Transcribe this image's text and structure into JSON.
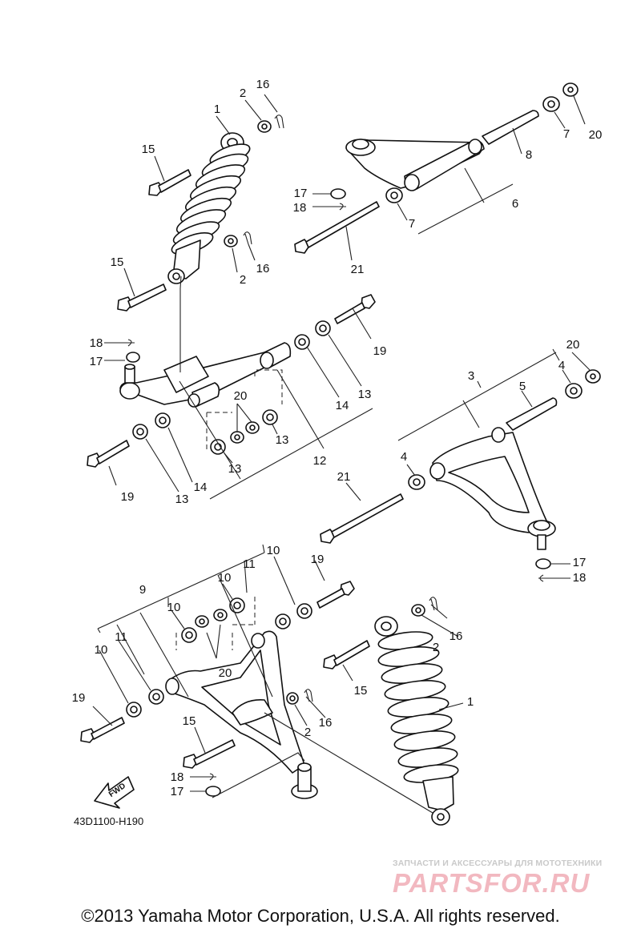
{
  "callouts": [
    {
      "id": "c1a",
      "text": "1"
    },
    {
      "id": "c2a",
      "text": "2"
    },
    {
      "id": "c16a",
      "text": "16"
    },
    {
      "id": "c15a",
      "text": "15"
    },
    {
      "id": "c15b",
      "text": "15"
    },
    {
      "id": "c2b",
      "text": "2"
    },
    {
      "id": "c16b",
      "text": "16"
    },
    {
      "id": "c20a",
      "text": "20"
    },
    {
      "id": "c7a",
      "text": "7"
    },
    {
      "id": "c8",
      "text": "8"
    },
    {
      "id": "c17a",
      "text": "17"
    },
    {
      "id": "c18a",
      "text": "18"
    },
    {
      "id": "c7b",
      "text": "7"
    },
    {
      "id": "c6",
      "text": "6"
    },
    {
      "id": "c21a",
      "text": "21"
    },
    {
      "id": "c18b",
      "text": "18"
    },
    {
      "id": "c17b",
      "text": "17"
    },
    {
      "id": "c19a",
      "text": "19"
    },
    {
      "id": "c13a",
      "text": "13"
    },
    {
      "id": "c14a",
      "text": "14"
    },
    {
      "id": "c20b",
      "text": "20"
    },
    {
      "id": "c13b",
      "text": "13"
    },
    {
      "id": "c13c",
      "text": "13"
    },
    {
      "id": "c12",
      "text": "12"
    },
    {
      "id": "c19b",
      "text": "19"
    },
    {
      "id": "c14b",
      "text": "14"
    },
    {
      "id": "c13d",
      "text": "13"
    },
    {
      "id": "c20c",
      "text": "20"
    },
    {
      "id": "c3",
      "text": "3"
    },
    {
      "id": "c4a",
      "text": "4"
    },
    {
      "id": "c5",
      "text": "5"
    },
    {
      "id": "c4b",
      "text": "4"
    },
    {
      "id": "c21b",
      "text": "21"
    },
    {
      "id": "c17c",
      "text": "17"
    },
    {
      "id": "c18c",
      "text": "18"
    },
    {
      "id": "c10a",
      "text": "10"
    },
    {
      "id": "c19c",
      "text": "19"
    },
    {
      "id": "c9",
      "text": "9"
    },
    {
      "id": "c11a",
      "text": "11"
    },
    {
      "id": "c10b",
      "text": "10"
    },
    {
      "id": "c10c",
      "text": "10"
    },
    {
      "id": "c11b",
      "text": "11"
    },
    {
      "id": "c10d",
      "text": "10"
    },
    {
      "id": "c20d",
      "text": "20"
    },
    {
      "id": "c16c",
      "text": "16"
    },
    {
      "id": "c2c",
      "text": "2"
    },
    {
      "id": "c15c",
      "text": "15"
    },
    {
      "id": "c1b",
      "text": "1"
    },
    {
      "id": "c19d",
      "text": "19"
    },
    {
      "id": "c15d",
      "text": "15"
    },
    {
      "id": "c2d",
      "text": "2"
    },
    {
      "id": "c16d",
      "text": "16"
    },
    {
      "id": "c18d",
      "text": "18"
    },
    {
      "id": "c17d",
      "text": "17"
    }
  ],
  "fwd_label": "FWD",
  "diagram_code": "43D1100-H190",
  "watermark": {
    "subtitle": "ЗАПЧАСТИ И АКСЕССУАРЫ ДЛЯ МОТОТЕХНИКИ",
    "logo": "PARTSFOR.RU"
  },
  "copyright": "©2013 Yamaha Motor Corporation, U.S.A. All rights reserved."
}
